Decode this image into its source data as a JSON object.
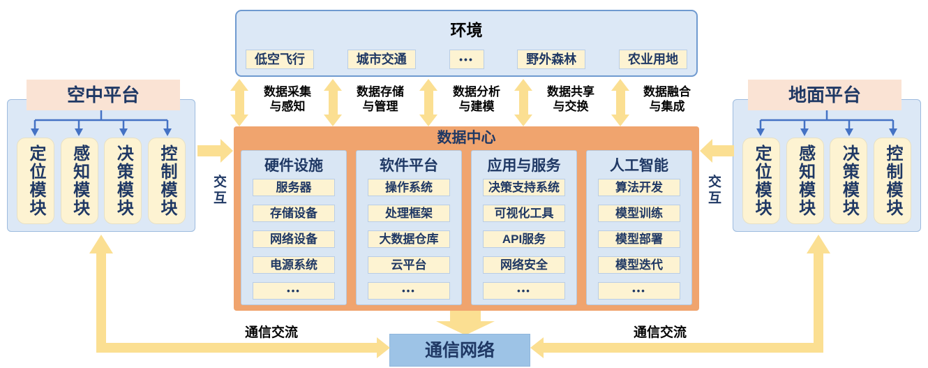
{
  "environment": {
    "title": "环境",
    "items": [
      "低空飞行",
      "城市交通",
      "•••",
      "野外森林",
      "农业用地"
    ]
  },
  "flows": [
    {
      "label": "数据采集\n与感知"
    },
    {
      "label": "数据存储\n与管理"
    },
    {
      "label": "数据分析\n与建模"
    },
    {
      "label": "数据共享\n与交换"
    },
    {
      "label": "数据融合\n与集成"
    }
  ],
  "data_center": {
    "title": "数据中心",
    "columns": [
      {
        "title": "硬件设施",
        "items": [
          "服务器",
          "存储设备",
          "网络设备",
          "电源系统",
          "•••"
        ]
      },
      {
        "title": "软件平台",
        "items": [
          "操作系统",
          "处理框架",
          "大数据仓库",
          "云平台",
          "•••"
        ]
      },
      {
        "title": "应用与服务",
        "items": [
          "决策支持系统",
          "可视化工具",
          "API服务",
          "网络安全",
          "•••"
        ]
      },
      {
        "title": "人工智能",
        "items": [
          "算法开发",
          "模型训练",
          "模型部署",
          "模型迭代",
          "•••"
        ]
      }
    ]
  },
  "air_platform": {
    "title": "空中平台",
    "modules": [
      "定位模块",
      "感知模块",
      "决策模块",
      "控制模块"
    ],
    "interaction_label": "交互"
  },
  "ground_platform": {
    "title": "地面平台",
    "modules": [
      "定位模块",
      "感知模块",
      "决策模块",
      "控制模块"
    ],
    "interaction_label": "交互"
  },
  "communication": {
    "network_label": "通信网络",
    "left_label": "通信交流",
    "right_label": "通信交流"
  },
  "colors": {
    "accent_yellow": "#FBDF92",
    "accent_orange": "#F0A46E",
    "panel_blue": "#DCE8F6",
    "column_blue": "#D9E6F4",
    "chip_cream": "#FDF3D2",
    "network_blue": "#9DC3E6",
    "header_peach": "#FAE3D4",
    "text_navy": "#1F3864",
    "connector_blue": "#4472C4"
  }
}
